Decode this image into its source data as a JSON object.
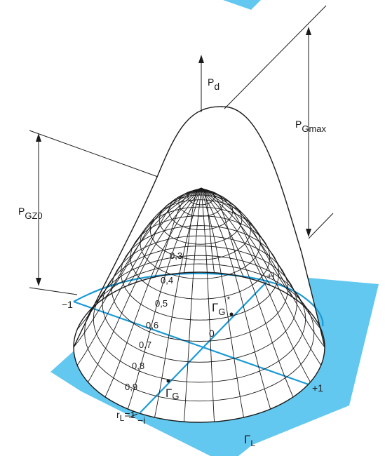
{
  "colors": {
    "plane": "#62c8ef",
    "circle": "#1a9ad6",
    "line": "#1a1a1a",
    "surface": "#ffffff"
  },
  "labels": {
    "p_d": "P",
    "p_d_sub": "d",
    "p_gmax": "P",
    "p_gmax_sub": "Gmax",
    "p_gz0": "P",
    "p_gz0_sub": "GZ0",
    "axis_minus_one": "−1",
    "axis_plus_one": "+1",
    "axis_plus_i": "+i",
    "axis_minus_i": "−i",
    "origin": "0",
    "gamma_g": "Γ",
    "gamma_g_sub": "G",
    "gamma_g_star": "Γ",
    "gamma_g_star_sub": "G",
    "gamma_g_star_sup": "*",
    "gamma_l": "Γ",
    "gamma_l_sub": "L",
    "r_l": "r",
    "r_l_sub": "L",
    "r_l_eq": "=1"
  },
  "radius_ticks": [
    "0,3",
    "0,4",
    "0,5",
    "0,6",
    "0,7",
    "0,8",
    "0,9"
  ]
}
